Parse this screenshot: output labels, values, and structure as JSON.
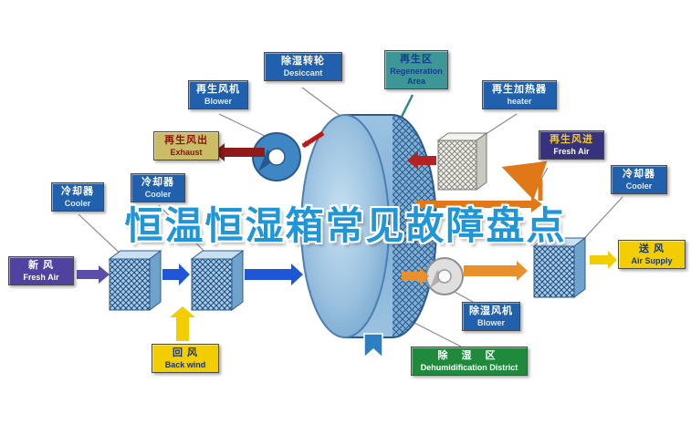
{
  "title": "恒温恒湿箱常见故障盘点",
  "colors": {
    "title_blue": "#1E96D8",
    "label_blue": "#2160AC",
    "label_teal": "#3D9797",
    "label_khaki": "#CBBC67",
    "label_indigo": "#37327D",
    "label_purple": "#4F42A0",
    "label_yellow": "#F2CE00",
    "label_green": "#1F8A3C",
    "arrow_red": "#B42222",
    "arrow_dark_red": "#8E1A1A",
    "arrow_orange": "#E07818",
    "arrow_blue": "#1E56D6",
    "arrow_purple": "#5B4EA8",
    "arrow_yellow": "#F2CE00",
    "wheel_blue": "#7FB0D8"
  },
  "labels": {
    "desiccant": {
      "zh": "除湿转轮",
      "en": "Desiccant"
    },
    "regen_area": {
      "zh": "再生区",
      "en": "Regeneration Area"
    },
    "regen_blower": {
      "zh": "再生风机",
      "en": "Blower"
    },
    "regen_heater": {
      "zh": "再生加热器",
      "en": "heater"
    },
    "exhaust": {
      "zh": "再生风出",
      "en": "Exhaust"
    },
    "cooler_left_1": {
      "zh": "冷却器",
      "en": "Cooler"
    },
    "cooler_left_2": {
      "zh": "冷却器",
      "en": "Cooler"
    },
    "regen_fresh_air": {
      "zh": "再生风进",
      "en": "Fresh Air"
    },
    "cooler_right": {
      "zh": "冷却器",
      "en": "Cooler"
    },
    "fresh_air": {
      "zh": "新  风",
      "en": "Fresh Air"
    },
    "air_supply": {
      "zh": "送  风",
      "en": "Air Supply"
    },
    "back_wind": {
      "zh": "回  风",
      "en": "Back wind"
    },
    "dehumid_blower": {
      "zh": "除湿风机",
      "en": "Blower"
    },
    "dehumid_district": {
      "zh": "除 湿 区",
      "en": "Dehumidification District"
    }
  }
}
